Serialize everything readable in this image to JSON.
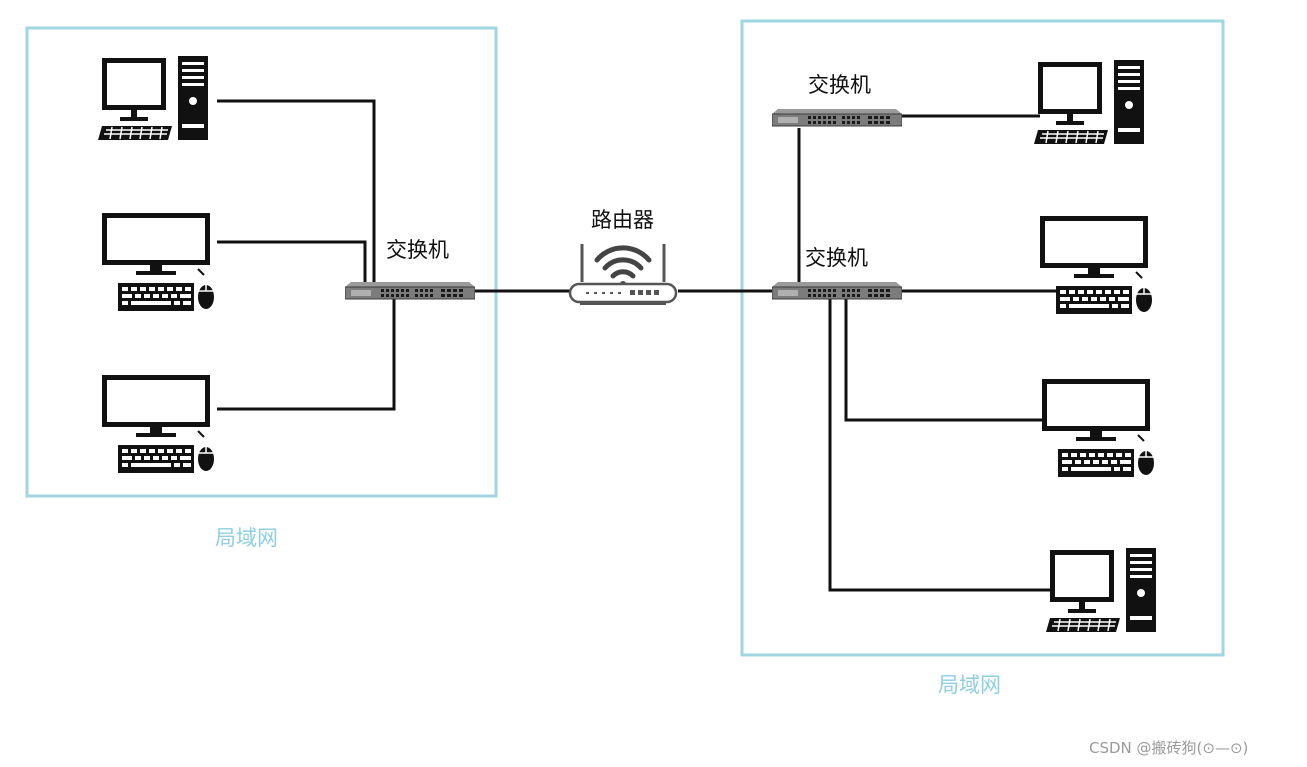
{
  "labels": {
    "router": "路由器",
    "switch_left": "交换机",
    "switch_right_top": "交换机",
    "switch_right_main": "交换机",
    "lan_left": "局域网",
    "lan_right": "局域网"
  },
  "watermark": "CSDN @搬砖狗(⊙—⊙)",
  "icons": {
    "tower_pc": "desktop-tower-pc-icon",
    "monitor_pc": "monitor-keyboard-mouse-icon",
    "switch": "network-switch-icon",
    "router": "wifi-router-icon"
  },
  "colors": {
    "lan_border": "#9fd6e2",
    "lan_text": "#8fcfdf",
    "wire": "#111111",
    "watermark": "#9a9a9a"
  }
}
